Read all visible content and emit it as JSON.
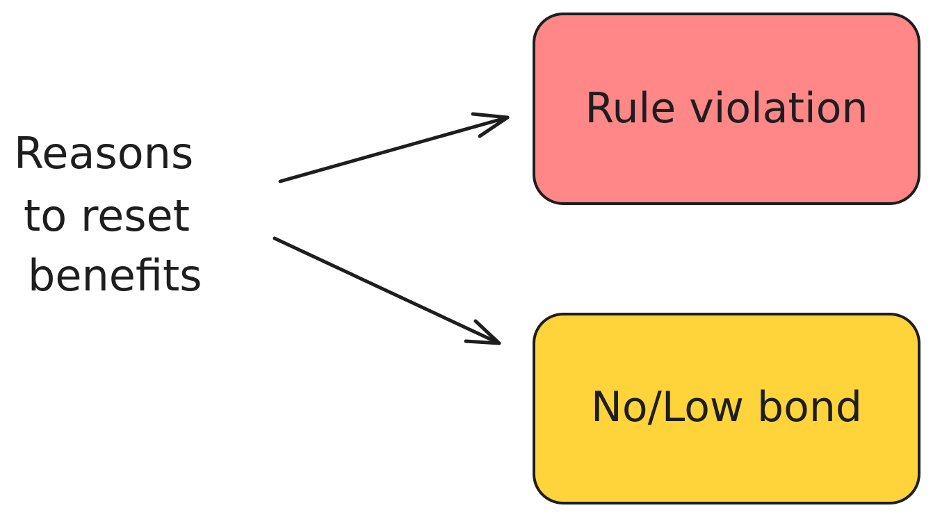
{
  "diagram": {
    "source": {
      "lines": [
        "Reasons",
        "to reset",
        "benefits"
      ]
    },
    "nodes": [
      {
        "id": "rule-violation",
        "label": "Rule violation",
        "fill": "#ff8787"
      },
      {
        "id": "no-low-bond",
        "label": "No/Low bond",
        "fill": "#ffd43b"
      }
    ],
    "edges": [
      {
        "from": "source",
        "to": "rule-violation"
      },
      {
        "from": "source",
        "to": "no-low-bond"
      }
    ],
    "colors": {
      "stroke": "#1e1e1e",
      "background": "#ffffff"
    }
  }
}
